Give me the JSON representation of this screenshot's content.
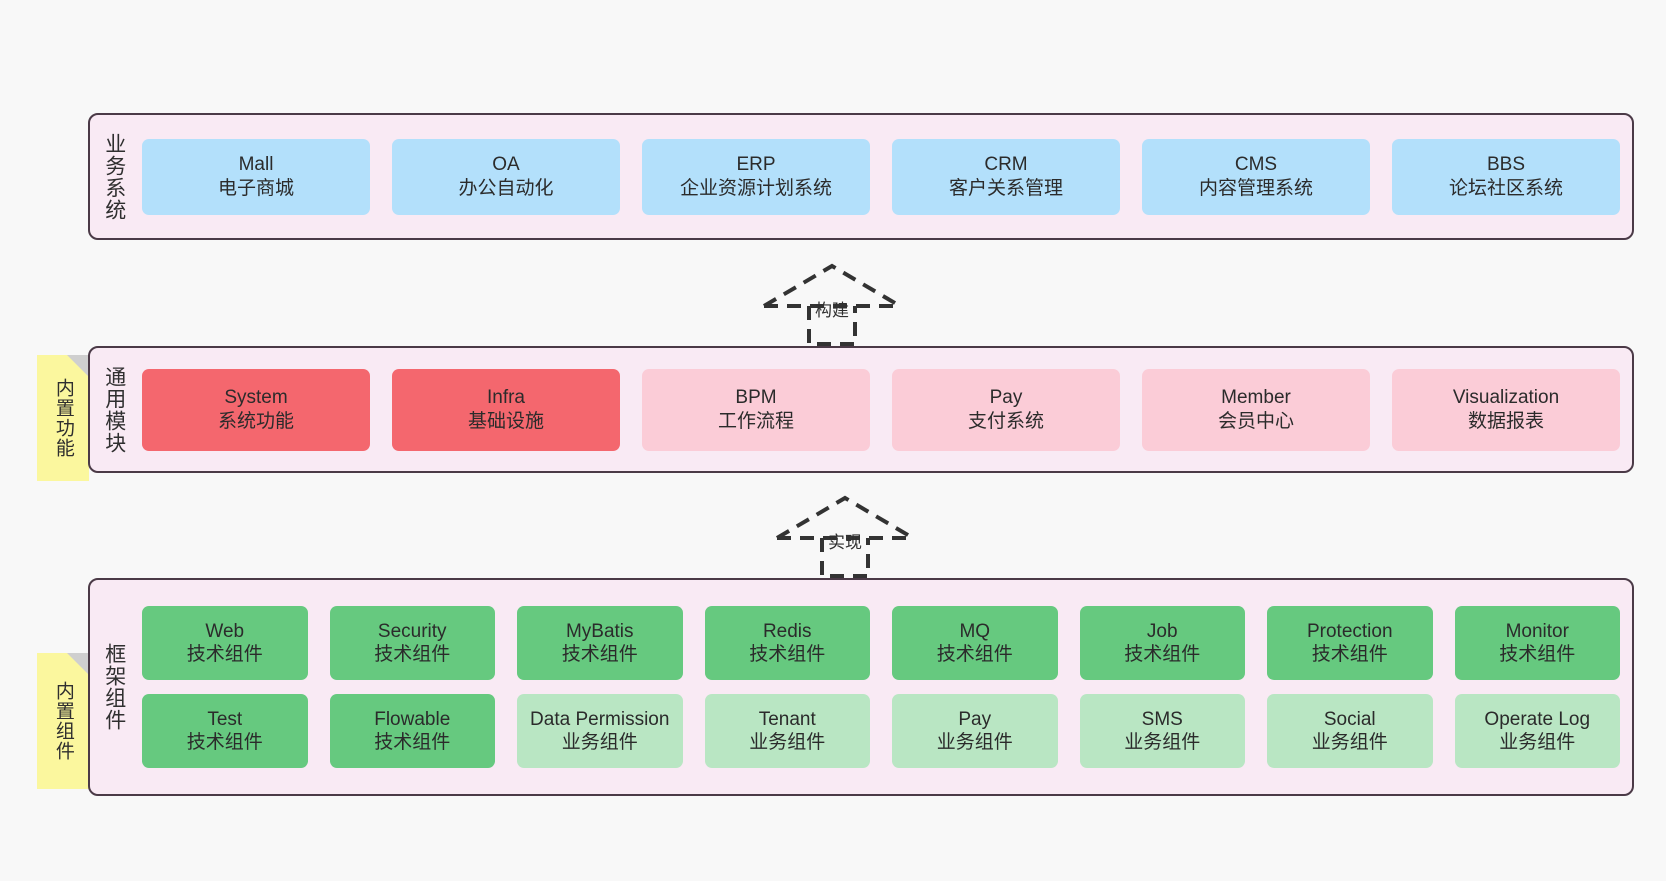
{
  "diagram": {
    "background_color": "#f8f8f8",
    "layer_fill": "#f9eaf4",
    "layer_border": "#4b3a47",
    "note_color": "#fbf79e",
    "colors": {
      "business": "#b3e0fb",
      "module_core": "#f4676e",
      "module_optional": "#fbccd7",
      "framework_tech": "#66c97f",
      "framework_business": "#b9e6c3"
    }
  },
  "layers": [
    {
      "id": "business-system",
      "title": "业务系统",
      "note": null,
      "rows": [
        {
          "style": "blue",
          "boxes": [
            {
              "l1": "Mall",
              "l2": "电子商城"
            },
            {
              "l1": "OA",
              "l2": "办公自动化"
            },
            {
              "l1": "ERP",
              "l2": "企业资源计划系统"
            },
            {
              "l1": "CRM",
              "l2": "客户关系管理"
            },
            {
              "l1": "CMS",
              "l2": "内容管理系统"
            },
            {
              "l1": "BBS",
              "l2": "论坛社区系统"
            }
          ]
        }
      ]
    },
    {
      "id": "common-module",
      "title": "通用模块",
      "note": "内置功能",
      "rows": [
        {
          "style": "mixed",
          "boxes": [
            {
              "l1": "System",
              "l2": "系统功能",
              "style": "red"
            },
            {
              "l1": "Infra",
              "l2": "基础设施",
              "style": "red"
            },
            {
              "l1": "BPM",
              "l2": "工作流程",
              "style": "pink"
            },
            {
              "l1": "Pay",
              "l2": "支付系统",
              "style": "pink"
            },
            {
              "l1": "Member",
              "l2": "会员中心",
              "style": "pink"
            },
            {
              "l1": "Visualization",
              "l2": "数据报表",
              "style": "pink"
            }
          ]
        }
      ]
    },
    {
      "id": "framework-component",
      "title": "框架组件",
      "note": "内置组件",
      "rows": [
        {
          "style": "green",
          "boxes": [
            {
              "l1": "Web",
              "l2": "技术组件",
              "style": "green"
            },
            {
              "l1": "Security",
              "l2": "技术组件",
              "style": "green"
            },
            {
              "l1": "MyBatis",
              "l2": "技术组件",
              "style": "green"
            },
            {
              "l1": "Redis",
              "l2": "技术组件",
              "style": "green"
            },
            {
              "l1": "MQ",
              "l2": "技术组件",
              "style": "green"
            },
            {
              "l1": "Job",
              "l2": "技术组件",
              "style": "green"
            },
            {
              "l1": "Protection",
              "l2": "技术组件",
              "style": "green"
            },
            {
              "l1": "Monitor",
              "l2": "技术组件",
              "style": "green"
            }
          ]
        },
        {
          "style": "lightgreen",
          "boxes": [
            {
              "l1": "Test",
              "l2": "技术组件",
              "style": "green"
            },
            {
              "l1": "Flowable",
              "l2": "技术组件",
              "style": "green"
            },
            {
              "l1": "Data Permission",
              "l2": "业务组件",
              "style": "lightgreen",
              "wrap": true
            },
            {
              "l1": "Tenant",
              "l2": "业务组件",
              "style": "lightgreen"
            },
            {
              "l1": "Pay",
              "l2": "业务组件",
              "style": "lightgreen"
            },
            {
              "l1": "SMS",
              "l2": "业务组件",
              "style": "lightgreen"
            },
            {
              "l1": "Social",
              "l2": "业务组件",
              "style": "lightgreen"
            },
            {
              "l1": "Operate Log",
              "l2": "业务组件",
              "style": "lightgreen"
            }
          ]
        }
      ]
    }
  ],
  "arrows": [
    {
      "id": "arrow-build",
      "label": "构建",
      "direction": "up",
      "style": "dashed-hollow"
    },
    {
      "id": "arrow-implement",
      "label": "实现",
      "direction": "up",
      "style": "dashed-hollow"
    }
  ]
}
